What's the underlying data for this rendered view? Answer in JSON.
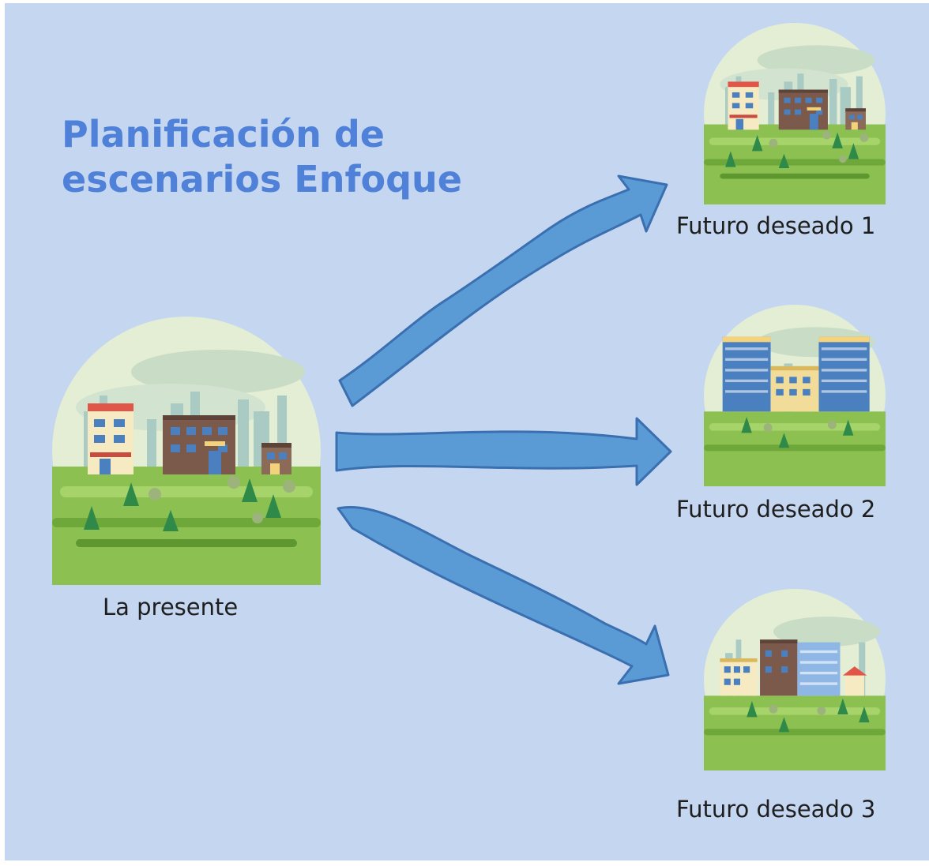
{
  "title": "Planificación de\nescenarios Enfoque",
  "present": {
    "label": "La presente"
  },
  "futures": [
    {
      "label": "Futuro deseado 1"
    },
    {
      "label": "Futuro deseado 2"
    },
    {
      "label": "Futuro deseado 3"
    }
  ],
  "colors": {
    "slide_background": "#c5d6f1",
    "title": "#4f81d9",
    "arrow_fill": "#5b9bd5",
    "arrow_stroke": "#3a6fb0",
    "grass": "#8cc152",
    "sky_circle": "#e6f0d8"
  },
  "icons": {
    "present": "city-scene-icon",
    "future_1": "city-scene-icon",
    "future_2": "city-scene-icon",
    "future_3": "city-scene-icon"
  }
}
